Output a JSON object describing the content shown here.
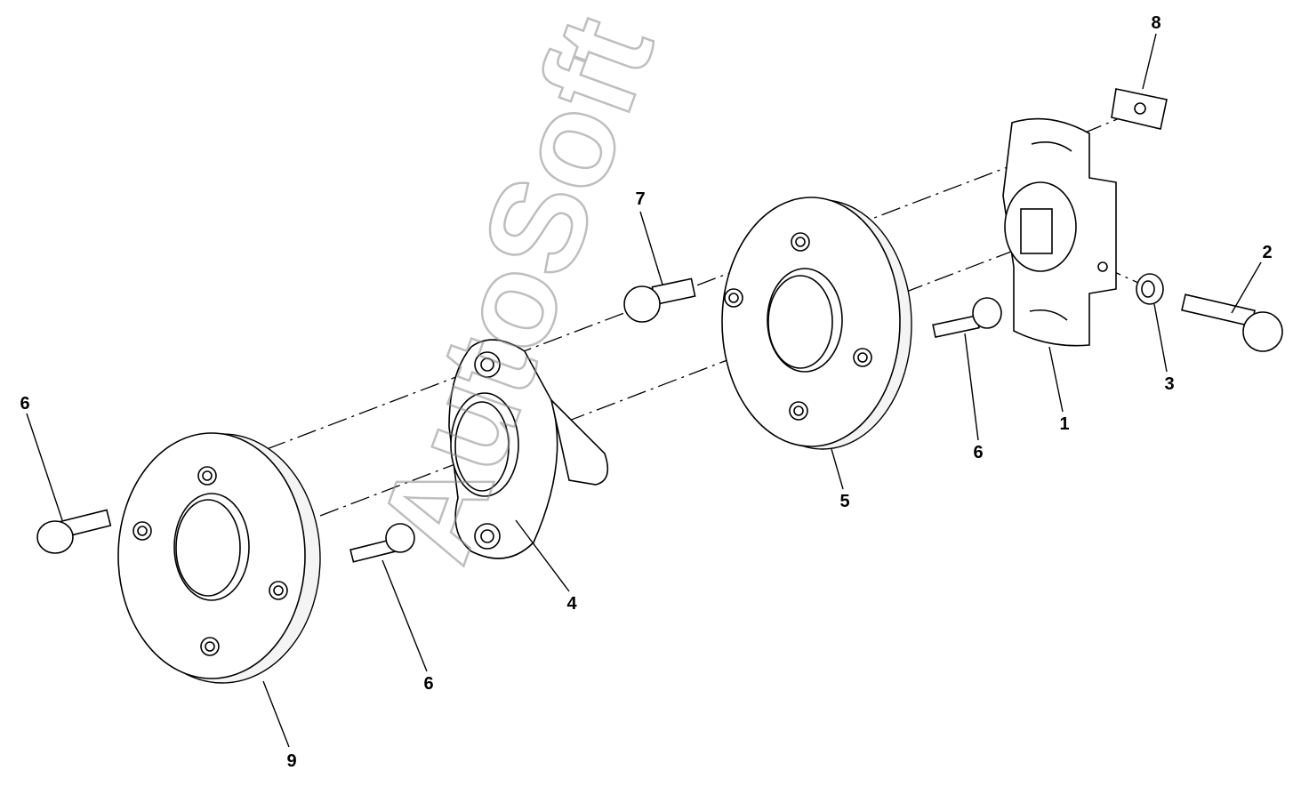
{
  "diagram": {
    "watermark": "AutoSoft",
    "callouts": [
      {
        "id": "callout-1",
        "label": "1"
      },
      {
        "id": "callout-2",
        "label": "2"
      },
      {
        "id": "callout-3",
        "label": "3"
      },
      {
        "id": "callout-4",
        "label": "4"
      },
      {
        "id": "callout-5",
        "label": "5"
      },
      {
        "id": "callout-6a",
        "label": "6"
      },
      {
        "id": "callout-6b",
        "label": "6"
      },
      {
        "id": "callout-6c",
        "label": "6"
      },
      {
        "id": "callout-7",
        "label": "7"
      },
      {
        "id": "callout-8",
        "label": "8"
      },
      {
        "id": "callout-9",
        "label": "9"
      }
    ]
  }
}
